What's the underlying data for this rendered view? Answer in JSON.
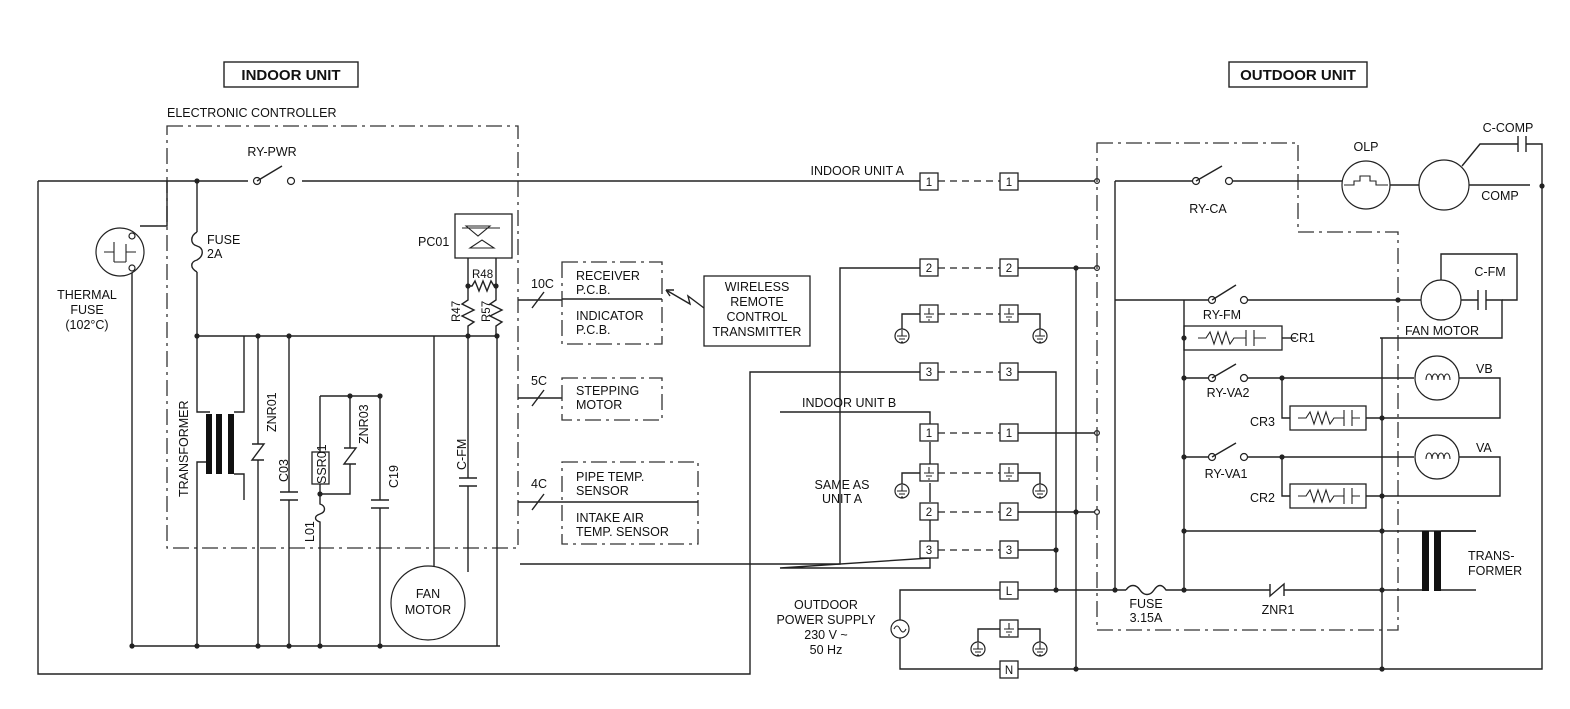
{
  "indoor_unit": {
    "title": "INDOOR UNIT",
    "electronic_controller": "ELECTRONIC CONTROLLER",
    "ry_pwr": "RY-PWR",
    "fuse_label": "FUSE",
    "fuse_rating": "2A",
    "thermal_fuse_line1": "THERMAL",
    "thermal_fuse_line2": "FUSE",
    "thermal_fuse_line3": "(102°C)",
    "transformer": "TRANSFORMER",
    "znr01": "ZNR01",
    "c03": "C03",
    "ssr01": "SSR01",
    "znr03": "ZNR03",
    "c19": "C19",
    "l01": "L01",
    "pc01": "PC01",
    "r47": "R47",
    "r48": "R48",
    "r57": "R57",
    "c_fm": "C-FM",
    "fan_motor_line1": "FAN",
    "fan_motor_line2": "MOTOR",
    "conn_10c": "10C",
    "conn_5c": "5C",
    "conn_4c": "4C",
    "receiver_line1": "RECEIVER",
    "receiver_line2": "P.C.B.",
    "indicator_line1": "INDICATOR",
    "indicator_line2": "P.C.B.",
    "wireless_line1": "WIRELESS",
    "wireless_line2": "REMOTE",
    "wireless_line3": "CONTROL",
    "wireless_line4": "TRANSMITTER",
    "stepping_line1": "STEPPING",
    "stepping_line2": "MOTOR",
    "pipe_line1": "PIPE TEMP.",
    "pipe_line2": "SENSOR",
    "intake_line1": "INTAKE AIR",
    "intake_line2": "TEMP. SENSOR"
  },
  "interconnect": {
    "indoor_unit_a": "INDOOR UNIT A",
    "indoor_unit_b": "INDOOR UNIT B",
    "same_as_line1": "SAME AS",
    "same_as_line2": "UNIT A",
    "terminal_1": "1",
    "terminal_2": "2",
    "terminal_3": "3",
    "terminal_l": "L",
    "terminal_n": "N",
    "power_line1": "OUTDOOR",
    "power_line2": "POWER SUPPLY",
    "power_line3": "230 V ~",
    "power_line4": "50 Hz"
  },
  "outdoor_unit": {
    "title": "OUTDOOR UNIT",
    "c_comp": "C-COMP",
    "olp": "OLP",
    "comp": "COMP",
    "ry_ca": "RY-CA",
    "c_fm": "C-FM",
    "fan_motor": "FAN MOTOR",
    "ry_fm": "RY-FM",
    "cr1": "CR1",
    "ry_va2": "RY-VA2",
    "vb": "VB",
    "cr3": "CR3",
    "ry_va1": "RY-VA1",
    "va": "VA",
    "cr2": "CR2",
    "trans_line1": "TRANS-",
    "trans_line2": "FORMER",
    "fuse_label": "FUSE",
    "fuse_rating": "3.15A",
    "znr1": "ZNR1"
  }
}
